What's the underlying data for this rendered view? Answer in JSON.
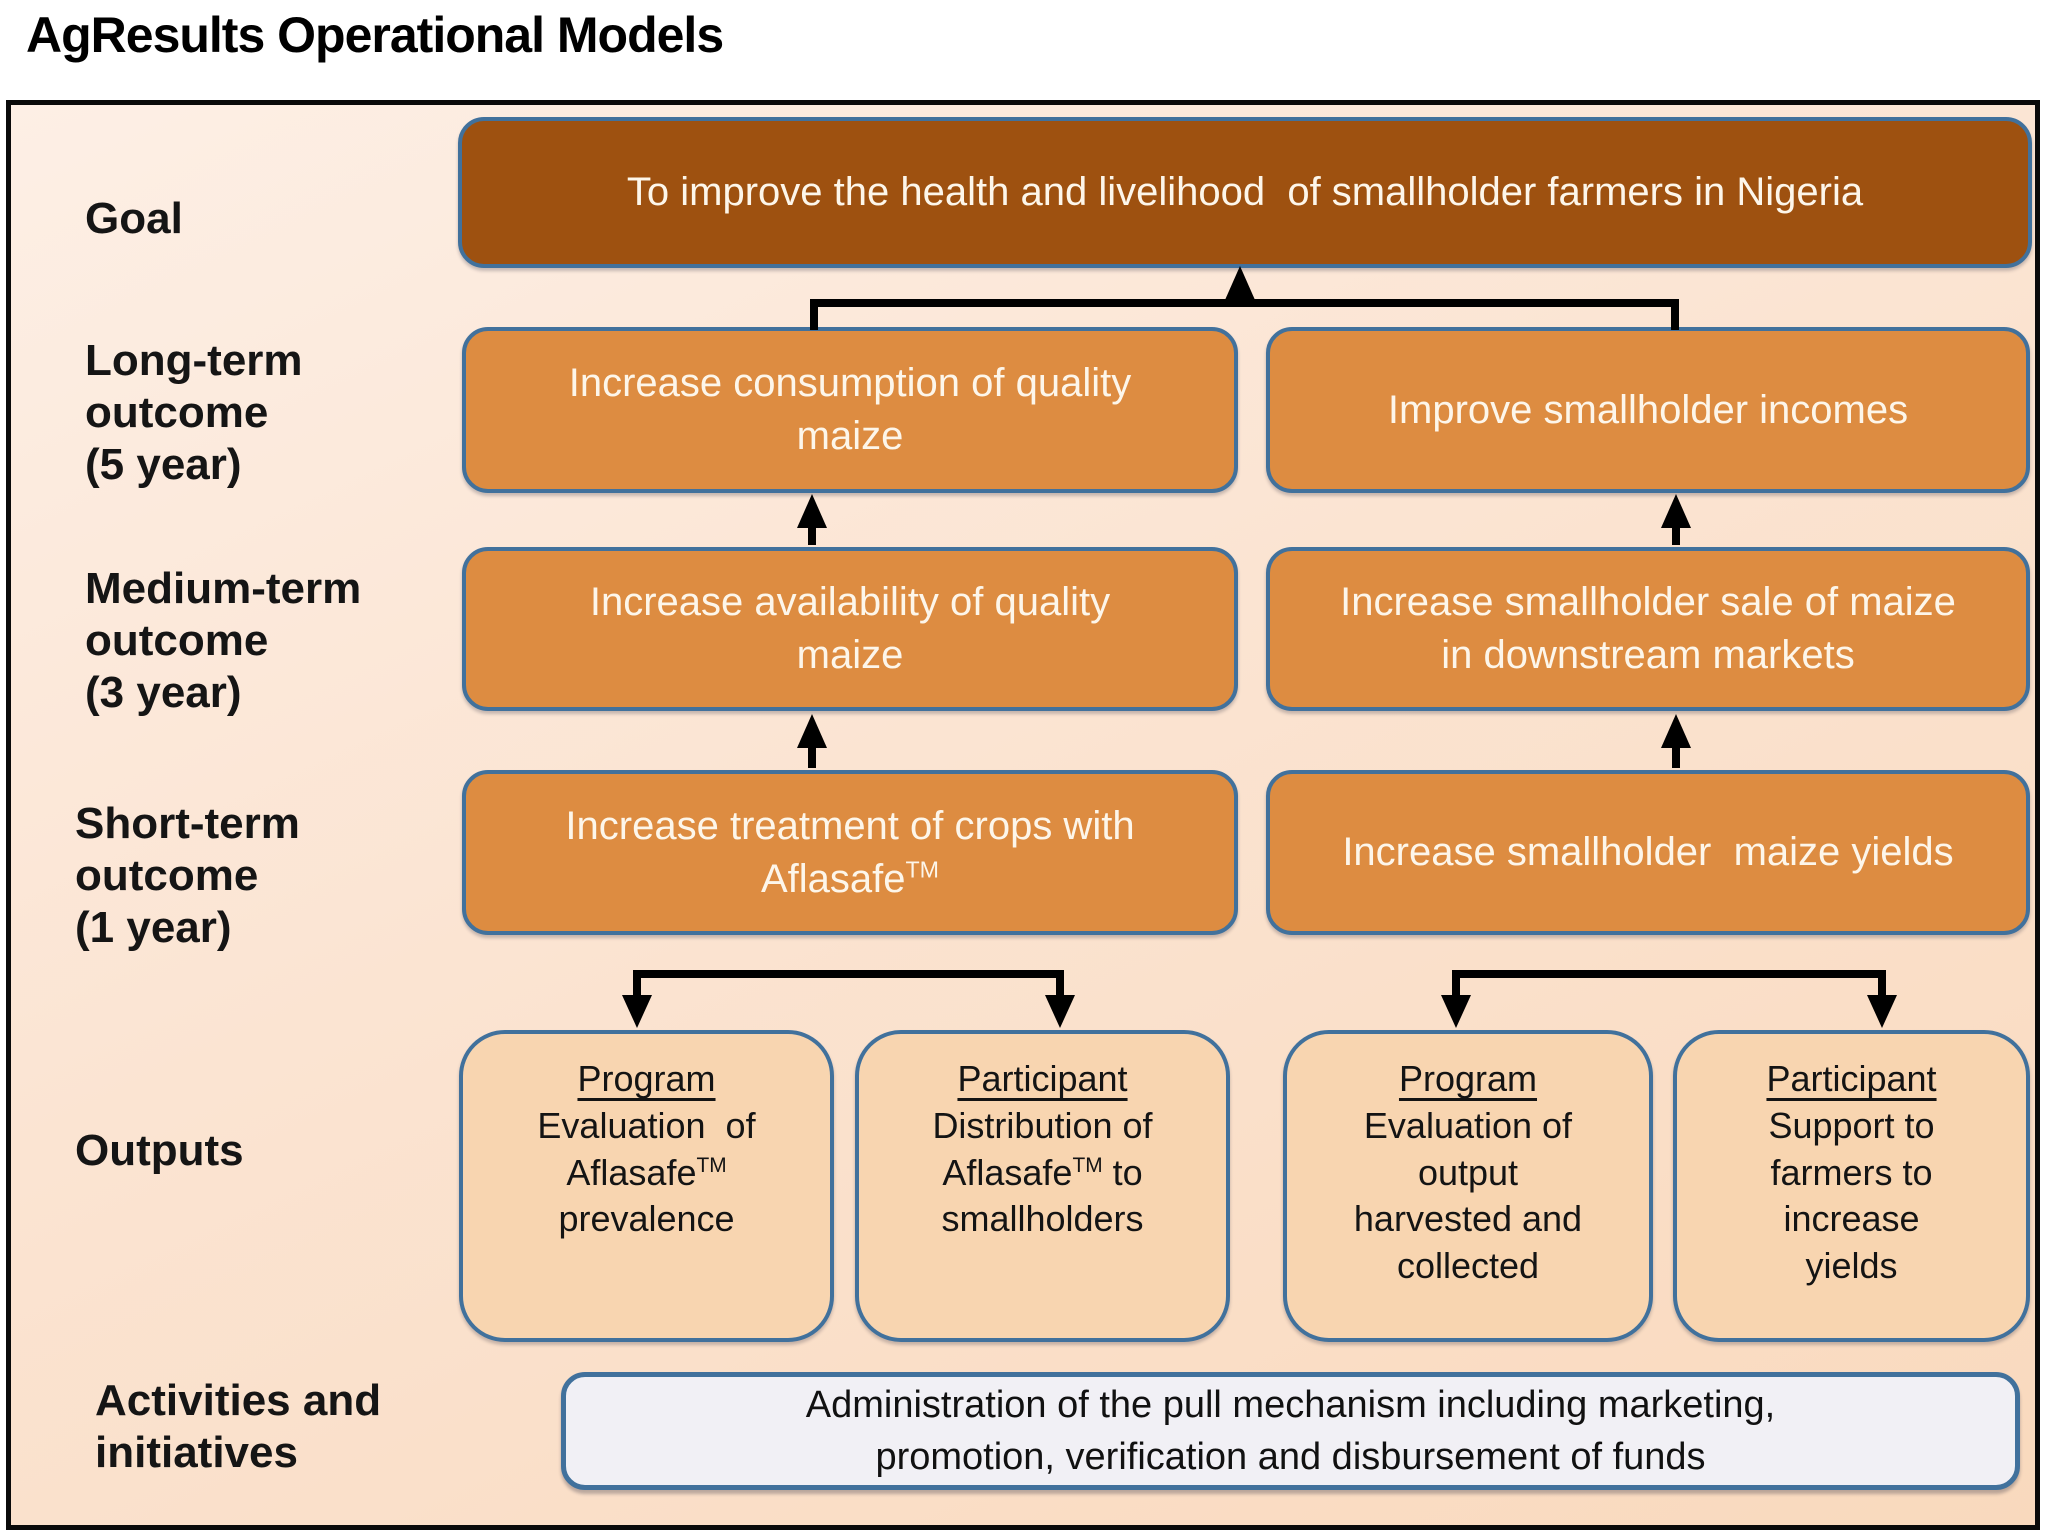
{
  "title": "AgResults Operational Models",
  "side_labels": [
    {
      "id": "goal",
      "text": "Goal"
    },
    {
      "id": "long-term",
      "text": "Long-term\noutcome\n(5 year)"
    },
    {
      "id": "medium-term",
      "text": "Medium-term\noutcome\n(3 year)"
    },
    {
      "id": "short-term",
      "text": "Short-term\noutcome\n(1 year)"
    },
    {
      "id": "outputs",
      "text": "Outputs"
    },
    {
      "id": "activities",
      "text": "Activities and\ninitiatives"
    }
  ],
  "boxes": {
    "goal": "To improve the health and livelihood  of smallholder farmers in Nigeria",
    "long_left": "Increase consumption of quality\nmaize",
    "long_right": "Improve smallholder incomes",
    "medium_left": "Increase availability of quality\nmaize",
    "medium_right": "Increase smallholder sale of maize\nin downstream markets",
    "short_left_pre": "Increase treatment of crops with\nAflasafe",
    "short_left_sup": "TM",
    "short_right": "Increase smallholder  maize yields",
    "activities": "Administration of the pull mechanism including marketing,\npromotion, verification and disbursement of funds"
  },
  "outputs": [
    {
      "heading": "Program",
      "body_pre": "Evaluation  of\nAflasafe",
      "body_sup": "TM",
      "body_post": "\nprevalence"
    },
    {
      "heading": "Participant",
      "body_pre": "Distribution of\nAflasafe",
      "body_sup": "TM",
      "body_post": " to\nsmallholders"
    },
    {
      "heading": "Program",
      "body_pre": "Evaluation of\noutput\nharvested and\ncollected",
      "body_sup": "",
      "body_post": ""
    },
    {
      "heading": "Participant",
      "body_pre": "Support to\nfarmers to\nincrease\nyields",
      "body_sup": "",
      "body_post": ""
    }
  ],
  "colors": {
    "goal_fill": "#9E5110",
    "outcome_fill": "#DD8C41",
    "output_fill": "#F8D5B0",
    "activities_fill": "#F1F0F5",
    "box_border": "#41719C",
    "canvas_border": "#0A0A0A",
    "canvas_bg_top": "#FDEFE5",
    "canvas_bg_bottom": "#F9D9BD",
    "connector": "#000000",
    "box_text_light": "#FDF6EA",
    "box_text_dark": "#141414"
  }
}
